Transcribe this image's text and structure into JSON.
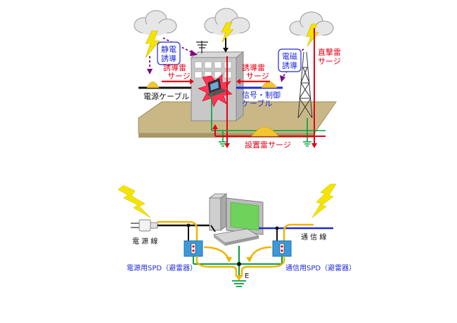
{
  "top_diagram": {
    "static_induction_label": [
      "静電",
      "誘導"
    ],
    "electromagnetic_induction_label": [
      "電磁",
      "誘導"
    ],
    "direct_strike_surge_label": [
      "直撃雷",
      "サージ"
    ],
    "induced_surge_left_label": [
      "誘導雷",
      "サージ"
    ],
    "induced_surge_right_label": [
      "誘導雷",
      "サージ"
    ],
    "power_cable_label": "電源ケーブル",
    "signal_cable_label": [
      "信号・制御",
      "ケーブル"
    ],
    "ground_surge_label": "設置雷サージ"
  },
  "bottom_diagram": {
    "power_line_label": "電 源 線",
    "comm_line_label": "通 信 線",
    "power_spd_label": "電源用SPD（避雷器）",
    "comm_spd_label": "通信用SPD（避雷器）",
    "earth_label": "E"
  },
  "colors": {
    "lightning": "#f5e400",
    "red_surge": "#e60012",
    "purple_induction": "#800080",
    "blue_cable": "#1f2bd6",
    "green_ground": "#00a040",
    "ground_plane": "#c9b886",
    "orange_surge": "#f0a500",
    "spd_box": "#3a9ad9",
    "label_blue": "#1f2bd6"
  }
}
